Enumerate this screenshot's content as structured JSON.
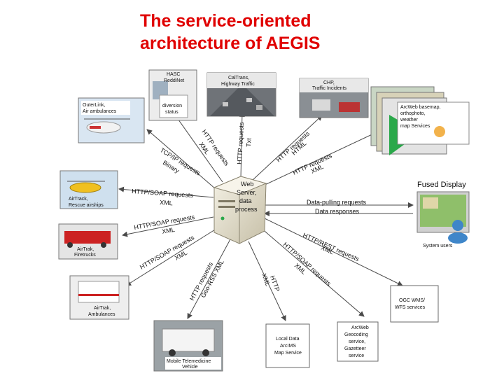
{
  "title": {
    "line1": "The service-oriented",
    "line2": "architecture of AEGIS"
  },
  "server": {
    "line1": "Web",
    "line2": "Server,",
    "line3": "data",
    "line4": "process"
  },
  "nodes": {
    "hasc": {
      "line1": "HASC",
      "line2": "ReddiNet",
      "line3": "diversion",
      "line4": "status"
    },
    "caltrans": {
      "line1": "CalTrans,",
      "line2": "Highway Traffic"
    },
    "chp": {
      "line1": "CHP,",
      "line2": "Traffic Incidents"
    },
    "arcweb_basemap": {
      "line1": "ArcWeb basemap,",
      "line2": "orthophoto,",
      "line3": "weather",
      "line4": "map Services"
    },
    "outerlink": {
      "line1": "OuterLink,",
      "line2": "Air ambulances"
    },
    "airtrack_rescue": {
      "line1": "AirTrack,",
      "line2": "Rescue airships"
    },
    "airtrak_fire": {
      "line1": "AirTrak,",
      "line2": "Firetrucks"
    },
    "airtrak_amb": {
      "line1": "AirTrak,",
      "line2": "Ambulances"
    },
    "mobile_tele": {
      "line1": "Mobile Telemedicine",
      "line2": "Vehicle"
    },
    "local_data": {
      "line1": "Local Data",
      "line2": "ArcIMS",
      "line3": "Map Service"
    },
    "arcweb_geo": {
      "line1": "ArcWeb",
      "line2": "Geocoding",
      "line3": "service,",
      "line4": "Gazetteer",
      "line5": "service"
    },
    "ogc": {
      "line1": "OGC WMS/",
      "line2": "WFS services"
    },
    "fused": {
      "title": "Fused Display",
      "users": "System users"
    }
  },
  "edge_labels": {
    "http_requests": "HTTP requests",
    "html": "HTML",
    "xml": "XML",
    "txt": "Txt",
    "tcpip_requests": "TCP/IP requests",
    "binary": "Binary",
    "http_soap_requests": "HTTP/SOAP requests",
    "http_rest_requests": "HTTP/REST requests",
    "georss_xml": "Geo-RSS XML",
    "http": "HTTP",
    "data_pulling": "Data-pulling requests",
    "data_responses": "Data responses"
  },
  "colors": {
    "title": "#e00000",
    "accent_green": "#2aa84a",
    "user_blue": "#3f86c9"
  }
}
